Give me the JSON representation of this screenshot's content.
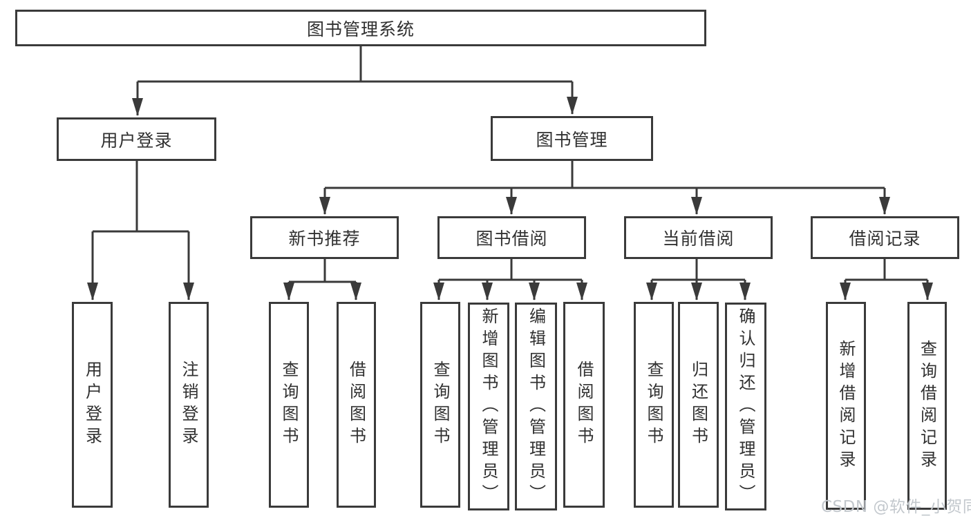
{
  "diagram": {
    "root": {
      "label": "图书管理系统"
    },
    "level2": [
      {
        "label": "用户登录"
      },
      {
        "label": "图书管理"
      }
    ],
    "level3": [
      {
        "label": "新书推荐"
      },
      {
        "label": "图书借阅"
      },
      {
        "label": "当前借阅"
      },
      {
        "label": "借阅记录"
      }
    ],
    "leaves": {
      "user_login": [
        "用户登录",
        "注销登录"
      ],
      "new_book": [
        "查询图书",
        "借阅图书"
      ],
      "book_borrow": [
        "查询图书",
        "新增图书（管理员）",
        "编辑图书（管理员）",
        "借阅图书"
      ],
      "current_borrow": [
        "查询图书",
        "归还图书",
        "确认归还（管理员）"
      ],
      "borrow_record": [
        "新增借阅记录",
        "查询借阅记录"
      ]
    }
  },
  "watermark": "CSDN @软件_小贺同学",
  "colors": {
    "line": "#3a3a3a",
    "text": "#303030",
    "watermark": "#c3c8cd",
    "background": "#ffffff"
  }
}
